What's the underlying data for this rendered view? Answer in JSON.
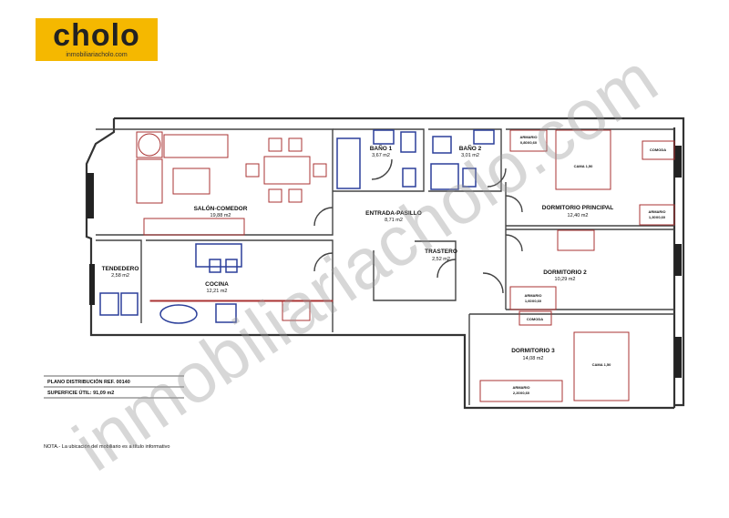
{
  "logo": {
    "word": "cholo",
    "url": "inmobiliariacholo.com"
  },
  "watermark": "inmobiliariacholo.com",
  "rooms": {
    "salon": {
      "name": "SALÓN-COMEDOR",
      "area": "19,88 m2"
    },
    "tendedero": {
      "name": "TENDEDERO",
      "area": "2,58 m2"
    },
    "cocina": {
      "name": "COCINA",
      "area": "12,21 m2"
    },
    "bano1": {
      "name": "BAÑO 1",
      "area": "3,67 m2"
    },
    "bano2": {
      "name": "BAÑO 2",
      "area": "3,01 m2"
    },
    "entrada": {
      "name": "ENTRADA-PASILLO",
      "area": "8,71 m2"
    },
    "trastero": {
      "name": "TRASTERO",
      "area": "2,52 m2"
    },
    "dorm_principal": {
      "name": "DORMITORIO PRINCIPAL",
      "area": "12,40 m2"
    },
    "dorm2": {
      "name": "DORMITORIO 2",
      "area": "10,29 m2"
    },
    "dorm3": {
      "name": "DORMITORIO 3",
      "area": "14,08 m2"
    }
  },
  "furniture": {
    "armario_dp1": {
      "name": "ARMARIO",
      "size": "0,80X0,60"
    },
    "cama_dp": "CAMA 1,50",
    "comoda_dp": "COMODA",
    "armario_dp2": {
      "name": "ARMARIO",
      "size": "1,30X0,60"
    },
    "armario_d2": {
      "name": "ARMARIO",
      "size": "1,60X0,60"
    },
    "comoda_d2": "COMODA",
    "cama_d3": "CAMA 1,50",
    "armario_d3": {
      "name": "ARMARIO",
      "size": "2,20X0,60"
    }
  },
  "info": {
    "ref": "PLANO DISTRIBUCIÓN REF. 00140",
    "superficie": "SUPERFICIE ÚTIL: 91,09 m2",
    "nota": "NOTA.-  La ubicación del mobiliario es a título informativo"
  }
}
